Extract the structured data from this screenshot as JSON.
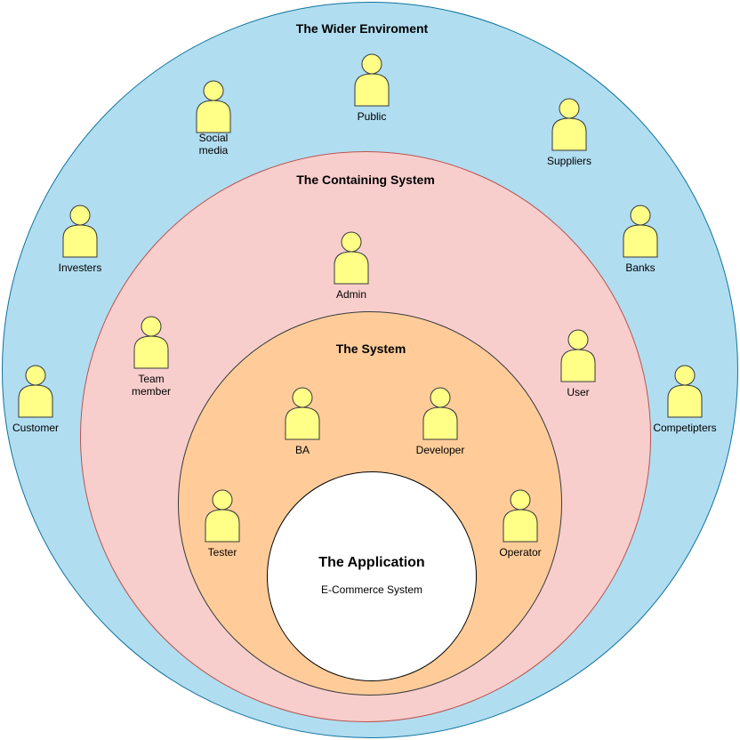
{
  "colors": {
    "outer_fill": "#b1ddf0",
    "containing_fill": "#f8cecc",
    "system_fill": "#ffcc99",
    "app_fill": "#ffffff",
    "actor_fill": "#ffff88"
  },
  "rings": {
    "outer_title": "The Wider Enviroment",
    "containing_title": "The Containing System",
    "system_title": "The System",
    "app_title": "The Application",
    "app_subtitle": "E-Commerce System"
  },
  "actors": {
    "public": "Public",
    "social_media": "Social\nmedia",
    "suppliers": "Suppliers",
    "investers": "Investers",
    "banks": "Banks",
    "customer": "Customer",
    "competitors": "Competipters",
    "admin": "Admin",
    "team_member": "Team\nmember",
    "user": "User",
    "ba": "BA",
    "developer": "Developer",
    "tester": "Tester",
    "operator": "Operator"
  }
}
